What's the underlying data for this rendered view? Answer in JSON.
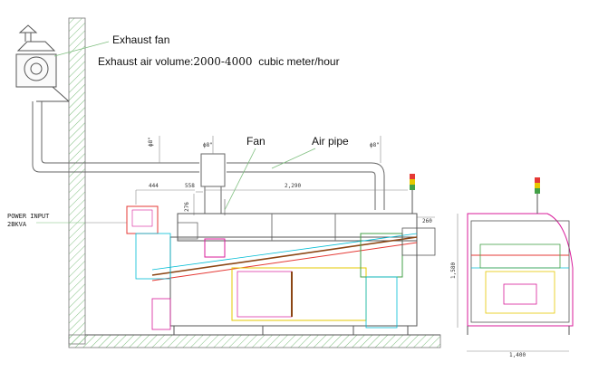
{
  "labels": {
    "exhaust_fan": "Exhaust fan",
    "exhaust_air_volume_prefix": "Exhaust air volume:",
    "exhaust_air_volume_value": "2000-4000",
    "exhaust_air_volume_unit": "cubic meter/hour",
    "fan": "Fan",
    "air_pipe": "Air pipe",
    "power_input_line1": "POWER  INPUT",
    "power_input_line2": "2BKVA"
  },
  "dimensions": {
    "pipe_dia_left": "ϕ8\"",
    "pipe_dia_mid": "ϕ8\"",
    "pipe_dia_right": "ϕ8\"",
    "d_444": "444",
    "d_558": "558",
    "d_2290": "2,290",
    "d_276": "276",
    "d_260": "260",
    "d_1580": "1,580",
    "d_1400": "1,400"
  },
  "colors": {
    "line": "#555555",
    "wall_hatch": "#7fbf7f",
    "cyan": "#00bcd4",
    "magenta": "#d81b9a",
    "red": "#e53935",
    "green": "#43a047",
    "yellow": "#e6c800",
    "brown": "#8b4513"
  }
}
